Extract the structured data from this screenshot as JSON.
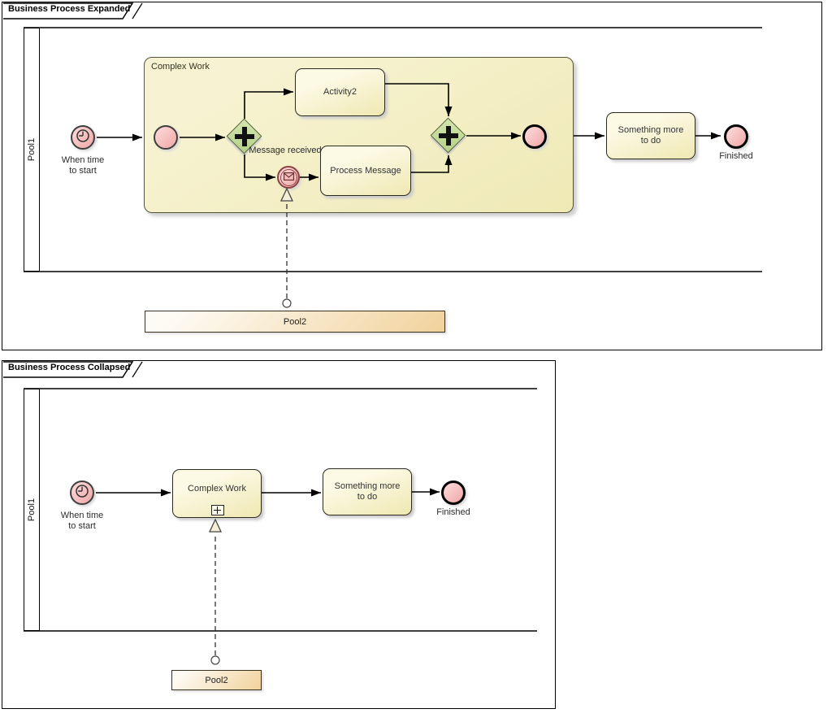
{
  "colors": {
    "event-fill": "#f8c3c3",
    "event-fill-dark": "#efa6a6",
    "gateway-fill": "#d3e5b0",
    "gateway-fill-dark": "#b5d188",
    "task-fill": "#fcf9e4",
    "task-fill-dark": "#efe8b2",
    "subprocess-fill": "#f7f3d2",
    "pool2-fill-dark": "#f1d29c"
  },
  "icons": {
    "timer": "clock-face",
    "message": "envelope",
    "parallel_gateway": "plus-cross",
    "subprocess_marker": "plus-box",
    "message_flow_source": "open-circle",
    "message_flow_arrow": "open-triangle"
  },
  "expanded": {
    "frame_title": "Business Process Expanded",
    "pool1_label": "Pool1",
    "pool2_label": "Pool2",
    "timer_label": "When time to start",
    "subprocess_label": "Complex Work",
    "activity2_label": "Activity2",
    "message_event_label": "Message received",
    "process_message_label": "Process Message",
    "something_label": "Something more to do",
    "finished_label": "Finished"
  },
  "collapsed": {
    "frame_title": "Business Process Collapsed",
    "pool1_label": "Pool1",
    "pool2_label": "Pool2",
    "timer_label": "When time to start",
    "subprocess_label": "Complex Work",
    "something_label": "Something more to do",
    "finished_label": "Finished"
  }
}
